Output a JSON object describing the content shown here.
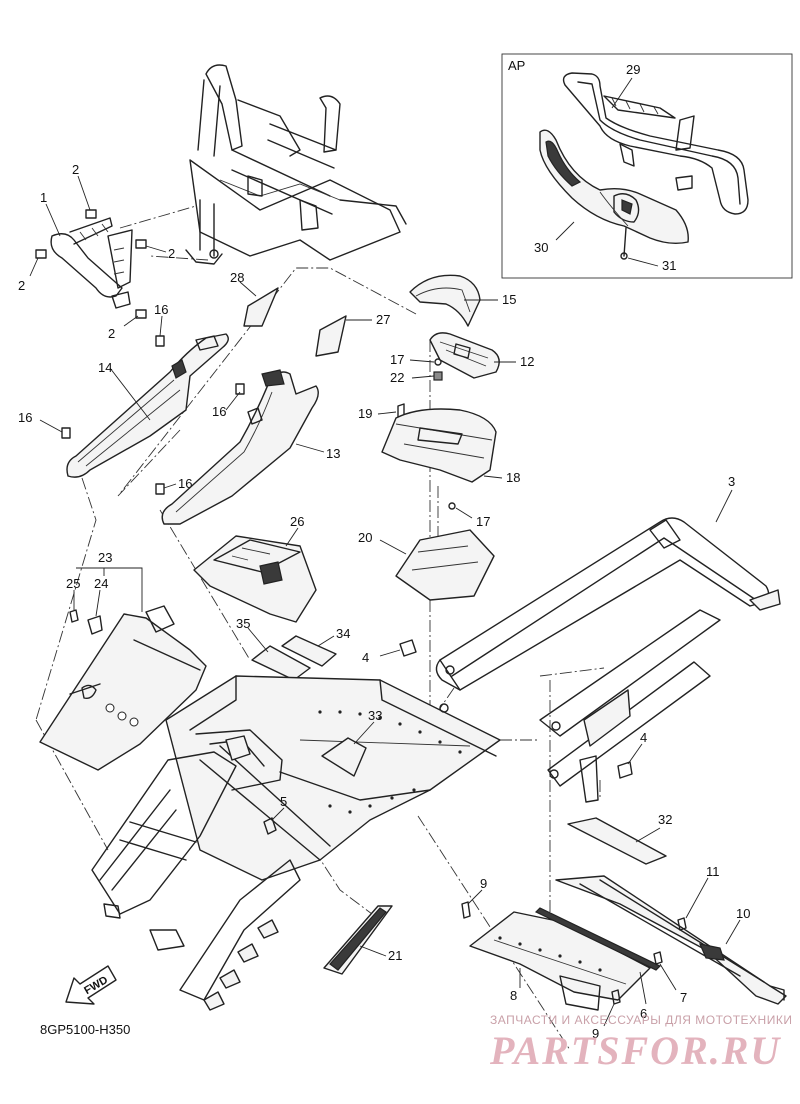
{
  "diagram_code": "8GP5100-H350",
  "fwd_label": "FWD",
  "inset": {
    "label": "AP"
  },
  "callouts": {
    "c1": "1",
    "c2a": "2",
    "c2b": "2",
    "c2c": "2",
    "c2d": "2",
    "c3": "3",
    "c4a": "4",
    "c4b": "4",
    "c5": "5",
    "c6": "6",
    "c7": "7",
    "c8": "8",
    "c9a": "9",
    "c9b": "9",
    "c10": "10",
    "c11": "11",
    "c12": "12",
    "c13": "13",
    "c14": "14",
    "c15": "15",
    "c16a": "16",
    "c16b": "16",
    "c16c": "16",
    "c16d": "16",
    "c17a": "17",
    "c17b": "17",
    "c18": "18",
    "c19": "19",
    "c20": "20",
    "c21": "21",
    "c22": "22",
    "c23": "23",
    "c24": "24",
    "c25": "25",
    "c26": "26",
    "c27": "27",
    "c28": "28",
    "c29": "29",
    "c30": "30",
    "c31": "31",
    "c32": "32",
    "c33": "33",
    "c34": "34",
    "c35": "35"
  },
  "watermark": {
    "tagline": "ЗАПЧАСТИ И АКСЕССУАРЫ ДЛЯ МОТОТЕХНИКИ",
    "brand": "PARTSFOR.RU"
  }
}
